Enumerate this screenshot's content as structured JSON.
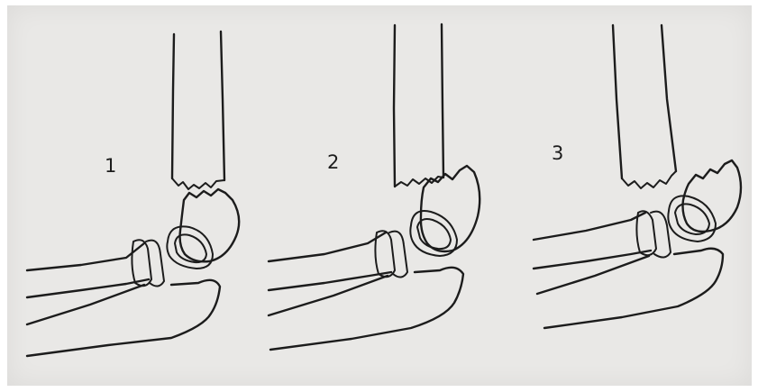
{
  "panels": [
    {
      "label": "1"
    },
    {
      "label": "2"
    },
    {
      "label": "3"
    }
  ],
  "colors": {
    "background": "#e9e8e6",
    "ink": "#1c1c1c"
  },
  "icons": [
    "humerus-shaft",
    "distal-fragment",
    "radial-head",
    "ulna"
  ]
}
